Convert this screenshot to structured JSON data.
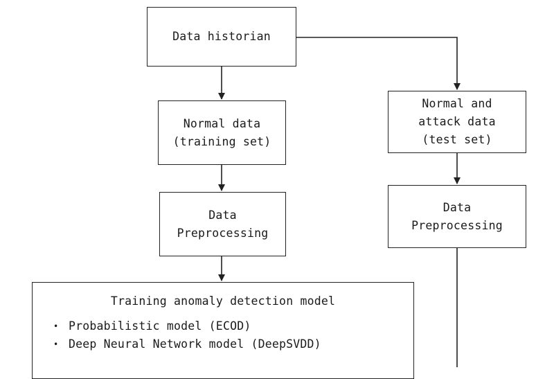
{
  "nodes": {
    "historian": {
      "lines": [
        "Data historian"
      ]
    },
    "normal_data": {
      "lines": [
        "Normal data",
        "(training set)"
      ]
    },
    "preprocess_left": {
      "lines": [
        "Data",
        "Preprocessing"
      ]
    },
    "attack_data": {
      "lines": [
        "Normal and",
        "attack data",
        "(test set)"
      ]
    },
    "preprocess_right": {
      "lines": [
        "Data",
        "Preprocessing"
      ]
    },
    "model": {
      "title": "Training anomaly detection model",
      "items": [
        "Probabilistic model (ECOD)",
        "Deep Neural Network model (DeepSVDD)"
      ]
    }
  },
  "edges": [
    {
      "from": "historian",
      "to": "normal_data"
    },
    {
      "from": "historian",
      "to": "attack_data"
    },
    {
      "from": "normal_data",
      "to": "preprocess_left"
    },
    {
      "from": "preprocess_left",
      "to": "model"
    },
    {
      "from": "attack_data",
      "to": "preprocess_right"
    },
    {
      "from": "preprocess_right",
      "to": "off-page"
    }
  ]
}
